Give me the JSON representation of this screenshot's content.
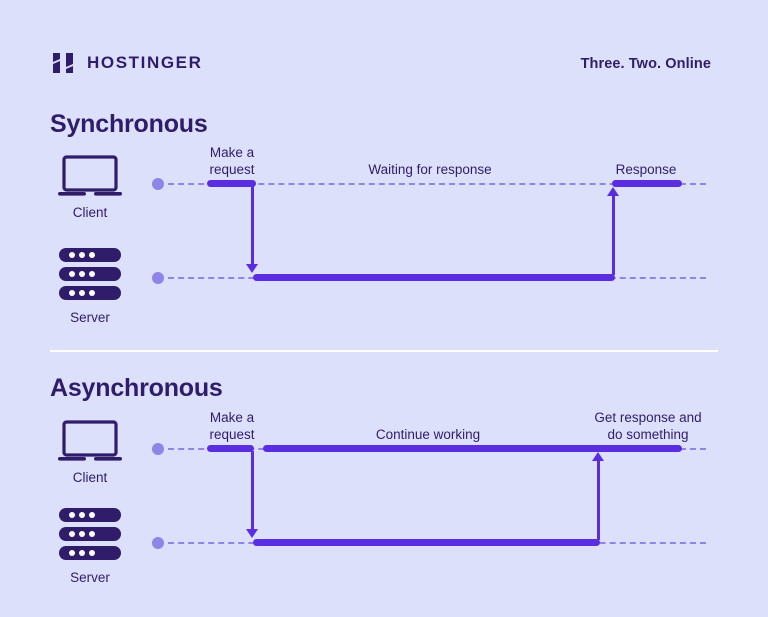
{
  "brand": {
    "name": "HOSTINGER",
    "logo_icon": "hostinger-h-mark",
    "tagline": "Three. Two. Online"
  },
  "colors": {
    "background": "#dde0fb",
    "accent": "#5a2ee0",
    "dark_text": "#2f1c6a",
    "lifeline": "#8f84e8",
    "divider": "#ffffff"
  },
  "sections": [
    {
      "id": "synchronous",
      "title": "Synchronous",
      "actors": [
        {
          "id": "client",
          "label": "Client",
          "icon": "laptop-icon"
        },
        {
          "id": "server",
          "label": "Server",
          "icon": "server-icon"
        }
      ],
      "annotations": [
        {
          "id": "make-request",
          "text": "Make a\nrequest"
        },
        {
          "id": "waiting",
          "text": "Waiting for response"
        },
        {
          "id": "response",
          "text": "Response"
        }
      ]
    },
    {
      "id": "asynchronous",
      "title": "Asynchronous",
      "actors": [
        {
          "id": "client",
          "label": "Client",
          "icon": "laptop-icon"
        },
        {
          "id": "server",
          "label": "Server",
          "icon": "server-icon"
        }
      ],
      "annotations": [
        {
          "id": "make-request",
          "text": "Make a\nrequest"
        },
        {
          "id": "continue-working",
          "text": "Continue working"
        },
        {
          "id": "get-response",
          "text": "Get response and\ndo something"
        }
      ]
    }
  ]
}
